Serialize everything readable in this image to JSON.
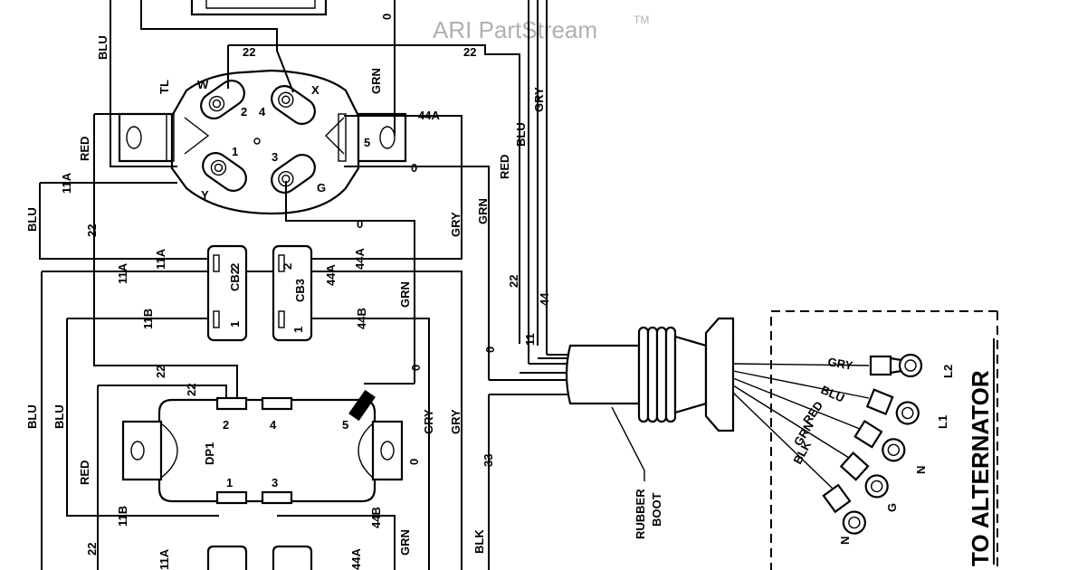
{
  "watermark": {
    "text": "ARI PartStream",
    "tm": "TM"
  },
  "connectors": {
    "top": {
      "name": "TL",
      "pins": [
        "W",
        "X",
        "Y",
        "G",
        "1",
        "2",
        "3",
        "4",
        "5"
      ]
    },
    "dp1": {
      "name": "DP1",
      "pins": [
        "1",
        "2",
        "3",
        "4",
        "5"
      ]
    },
    "cb2": {
      "name": "CB2",
      "pins": [
        "1",
        "2"
      ]
    },
    "cb3": {
      "name": "CB3",
      "pins": [
        "1",
        "2"
      ]
    }
  },
  "wires": {
    "w22": "22",
    "w0": "0",
    "w44a": "44A",
    "w44b": "44B",
    "w11a": "11A",
    "w11b": "11B",
    "w11": "11",
    "w44": "44",
    "w33": "33",
    "blu": "BLU",
    "red": "RED",
    "grn": "GRN",
    "gry": "GRY",
    "blk": "BLK"
  },
  "harness": {
    "boot_line1": "RUBBER",
    "boot_line2": "BOOT"
  },
  "alternator": {
    "title": "TO ALTERNATOR",
    "leads": [
      {
        "color": "GRY",
        "terminal": "L2"
      },
      {
        "color": "BLU",
        "terminal": "L1"
      },
      {
        "color": "RED",
        "terminal": "N"
      },
      {
        "color": "GRN",
        "terminal": "G"
      },
      {
        "color": "BLK",
        "terminal": "N"
      }
    ]
  }
}
